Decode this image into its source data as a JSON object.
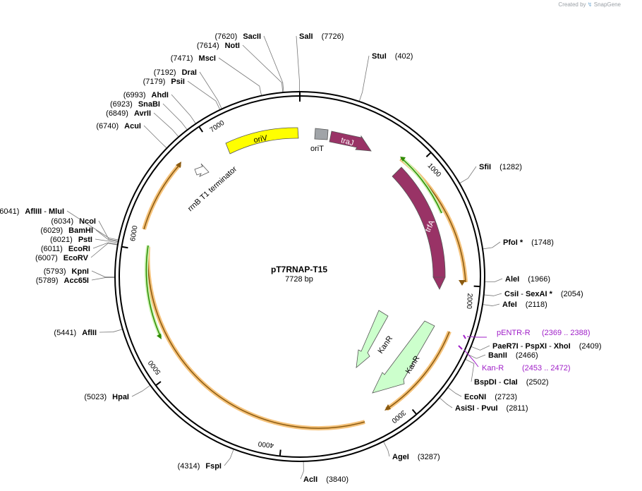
{
  "credit": {
    "created_by": "Created by",
    "brand": "SnapGene"
  },
  "plasmid": {
    "name": "pT7RNAP-T15",
    "size_label": "7728 bp",
    "length": 7728
  },
  "ticks": [
    {
      "bp": 1000,
      "label": "1000"
    },
    {
      "bp": 2000,
      "label": "2000"
    },
    {
      "bp": 3000,
      "label": "3000"
    },
    {
      "bp": 4000,
      "label": "4000"
    },
    {
      "bp": 5000,
      "label": "5000"
    },
    {
      "bp": 6000,
      "label": "6000"
    },
    {
      "bp": 7000,
      "label": "7000"
    }
  ],
  "sites": [
    {
      "name": "SalI",
      "pos": "(7726)",
      "bp": 7726,
      "side": "right"
    },
    {
      "name": "StuI",
      "pos": "(402)",
      "bp": 402,
      "side": "right"
    },
    {
      "name": "SfiI",
      "pos": "(1282)",
      "bp": 1282,
      "side": "right"
    },
    {
      "name": "PfoI *",
      "pos": "(1748)",
      "bp": 1748,
      "side": "right"
    },
    {
      "name": "AleI",
      "pos": "(1966)",
      "bp": 1966,
      "side": "right"
    },
    {
      "name": "CsiI",
      "name2": "SexAI *",
      "pos": "(2054)",
      "bp": 2054,
      "side": "right"
    },
    {
      "name": "AfeI",
      "pos": "(2118)",
      "bp": 2118,
      "side": "right"
    },
    {
      "name": "PaeR7I",
      "name2": "PspXI",
      "name3": "XhoI",
      "pos": "(2409)",
      "bp": 2409,
      "side": "right"
    },
    {
      "name": "BanII",
      "pos": "(2466)",
      "bp": 2466,
      "side": "right"
    },
    {
      "name": "BspDI",
      "name2": "ClaI",
      "pos": "(2502)",
      "bp": 2502,
      "side": "right"
    },
    {
      "name": "EcoNI",
      "pos": "(2723)",
      "bp": 2723,
      "side": "right"
    },
    {
      "name": "AsiSI",
      "name2": "PvuI",
      "pos": "(2811)",
      "bp": 2811,
      "side": "right"
    },
    {
      "name": "AgeI",
      "pos": "(3287)",
      "bp": 3287,
      "side": "right"
    },
    {
      "name": "AclI",
      "pos": "(3840)",
      "bp": 3840,
      "side": "right"
    },
    {
      "name": "FspI",
      "pos": "(4314)",
      "bp": 4314,
      "side": "left"
    },
    {
      "name": "HpaI",
      "pos": "(5023)",
      "bp": 5023,
      "side": "left"
    },
    {
      "name": "AflII",
      "pos": "(5441)",
      "bp": 5441,
      "side": "left"
    },
    {
      "name": "Acc65I",
      "pos": "(5789)",
      "bp": 5789,
      "side": "left"
    },
    {
      "name": "KpnI",
      "pos": "(5793)",
      "bp": 5793,
      "side": "left"
    },
    {
      "name": "EcoRV",
      "pos": "(6007)",
      "bp": 6007,
      "side": "left"
    },
    {
      "name": "EcoRI",
      "pos": "(6011)",
      "bp": 6011,
      "side": "left"
    },
    {
      "name": "PstI",
      "pos": "(6021)",
      "bp": 6021,
      "side": "left"
    },
    {
      "name": "BamHI",
      "pos": "(6029)",
      "bp": 6029,
      "side": "left"
    },
    {
      "name": "NcoI",
      "pos": "(6034)",
      "bp": 6034,
      "side": "left"
    },
    {
      "name": "AflIII",
      "name2": "MluI",
      "pos": "(6041)",
      "bp": 6041,
      "side": "left"
    },
    {
      "name": "AcuI",
      "pos": "(6740)",
      "bp": 6740,
      "side": "left"
    },
    {
      "name": "AvrII",
      "pos": "(6849)",
      "bp": 6849,
      "side": "left"
    },
    {
      "name": "SnaBI",
      "pos": "(6923)",
      "bp": 6923,
      "side": "left"
    },
    {
      "name": "AhdI",
      "pos": "(6993)",
      "bp": 6993,
      "side": "left"
    },
    {
      "name": "PsiI",
      "pos": "(7179)",
      "bp": 7179,
      "side": "left"
    },
    {
      "name": "DraI",
      "pos": "(7192)",
      "bp": 7192,
      "side": "left"
    },
    {
      "name": "MscI",
      "pos": "(7471)",
      "bp": 7471,
      "side": "left"
    },
    {
      "name": "NotI",
      "pos": "(7614)",
      "bp": 7614,
      "side": "left"
    },
    {
      "name": "SacII",
      "pos": "(7620)",
      "bp": 7620,
      "side": "left"
    }
  ],
  "primers": [
    {
      "name": "pENTR-R",
      "pos": "(2369 .. 2388)",
      "bp": 2378
    },
    {
      "name": "Kan-R",
      "pos": "(2453 .. 2472)",
      "bp": 2462
    }
  ],
  "features": [
    {
      "name": "oriV",
      "color": "#ffff00",
      "text_color": "#000000"
    },
    {
      "name": "oriT",
      "color": "#a0a4a8",
      "text_color": "#000000"
    },
    {
      "name": "traJ",
      "color": "#993366",
      "text_color": "#ffffff"
    },
    {
      "name": "trfA",
      "color": "#993366",
      "text_color": "#ffffff"
    },
    {
      "name": "KanR",
      "color": "#ccffcc",
      "text_color": "#000000"
    },
    {
      "name": "KanR",
      "color": "#ccffcc",
      "text_color": "#000000"
    },
    {
      "name": "rrnB T1 terminator",
      "color": "#ffffff",
      "text_color": "#000000"
    }
  ],
  "colors": {
    "orf_fill": "#f5c27a",
    "orf_arrow": "#8a5a10",
    "orf_green": "#2e8b00",
    "primer": "#a020c8"
  }
}
